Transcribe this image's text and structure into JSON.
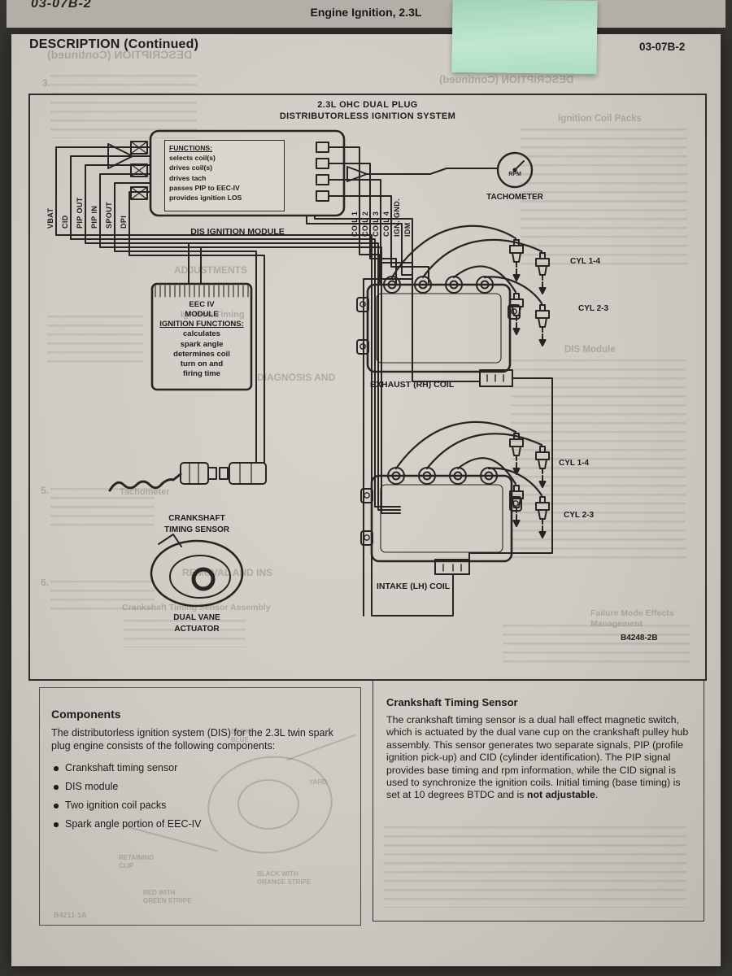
{
  "photo": {
    "top_left_number": "03-07B-2",
    "top_title": "Engine Ignition, 2.3L"
  },
  "header": {
    "title": "DESCRIPTION (Continued)",
    "page_number": "03-07B-2"
  },
  "diagram": {
    "title1": "2.3L OHC DUAL PLUG",
    "title2": "DISTRIBUTORLESS IGNITION SYSTEM",
    "functions_heading": "FUNCTIONS:",
    "functions": [
      "selects coil(s)",
      "drives coil(s)",
      "drives tach",
      "passes PIP to EEC-IV",
      "provides ignition LOS"
    ],
    "module_label": "DIS IGNITION MODULE",
    "left_pins": [
      "VBAT",
      "CID",
      "PIP OUT",
      "PIP IN",
      "SPOUT",
      "DPI"
    ],
    "right_pins": [
      "COIL 1",
      "COIL 2",
      "COIL 3",
      "COIL 4",
      "IGN. GND.",
      "IDM"
    ],
    "tach_label": "TACHOMETER",
    "tach_dial": "RPM",
    "eec_lines": [
      "EEC IV",
      "MODULE",
      "IGNITION FUNCTIONS:",
      "calculates",
      "spark angle",
      "determines coil",
      "turn on and",
      "firing time"
    ],
    "exhaust_coil": "EXHAUST (RH) COIL",
    "intake_coil": "INTAKE (LH) COIL",
    "cyl14": "CYL 1-4",
    "cyl23": "CYL 2-3",
    "crank_label1": "CRANKSHAFT",
    "crank_label2": "TIMING SENSOR",
    "vane_label1": "DUAL VANE",
    "vane_label2": "ACTUATOR",
    "figure_number": "B4248-2B"
  },
  "components": {
    "heading": "Components",
    "intro": "The distributorless ignition system (DIS) for the 2.3L twin spark plug engine consists of the following components:",
    "bullets": [
      "Crankshaft timing sensor",
      "DIS module",
      "Two ignition coil packs",
      "Spark angle portion of EEC-IV"
    ]
  },
  "sensor": {
    "heading": "Crankshaft Timing Sensor",
    "body": "The crankshaft timing sensor is a dual hall effect magnetic switch, which is actuated by the dual vane cup on the crankshaft pulley hub assembly. This sensor generates two separate signals, PIP (profile ignition pick-up) and CID (cylinder identification). The PIP signal provides base timing and rpm information, while the CID signal is used to synchronize the ignition coils. Initial timing (base timing) is set at 10 degrees BTDC and is ",
    "body_bold": "not adjustable",
    "body_end": "."
  },
  "ghosts": {
    "g0": "DESCRIPTION (Continued)",
    "g1": "DESCRIPTION (Continued)",
    "g2": "3.",
    "g3": "Ignition Coil Packs",
    "g19": "ADJUSTMENTS",
    "g4": "Ignition Timing",
    "g5": "DIS Module",
    "g6": "DIAGNOSIS AND",
    "g7": "5.",
    "g8": "Tachometer",
    "g9": "6.",
    "g10": "REMOVAL AND INS",
    "g11": "Crankshaft Timing Sensor Assembly",
    "g12": "Failure Mode Effects Management",
    "g13": "DARK\nBLUE",
    "g14": "YARD",
    "g15": "BLACK WITH\nORANGE STRIPE",
    "g16": "RED WITH\nGREEN STRIPE",
    "g17": "RETAINING\nCLIP",
    "g18": "B4211-1A"
  }
}
